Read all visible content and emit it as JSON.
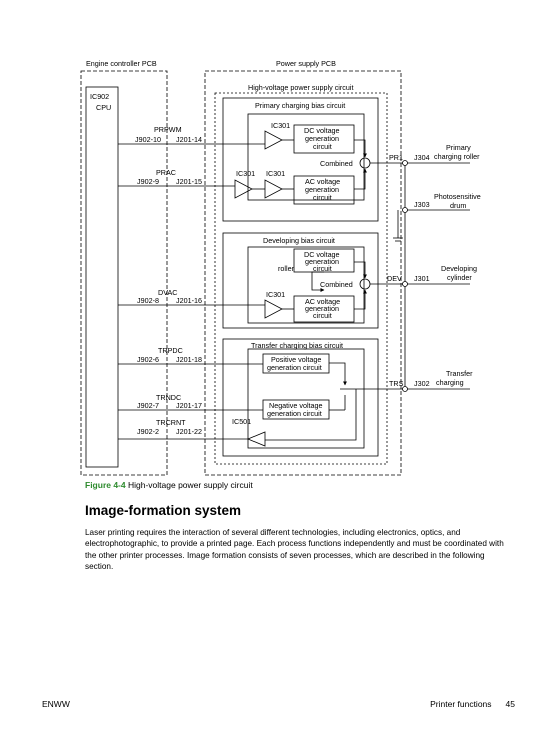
{
  "figure": {
    "labels": {
      "engine_pcb": "Engine controller PCB",
      "power_pcb": "Power supply PCB",
      "hv_circuit": "High-voltage power supply circuit",
      "cpu_id": "IC902",
      "cpu_name": "CPU",
      "primary_block": "Primary charging bias circuit",
      "developing_block": "Developing bias circuit",
      "transfer_block": "Transfer charging bias circuit",
      "ic301": "IC301",
      "ic501": "IC501",
      "dc1": "DC voltage",
      "dc2": "generation",
      "dc3": "circuit",
      "ac1": "AC voltage",
      "ac2": "generation",
      "ac3": "circuit",
      "combined": "Combined",
      "roller": "roller",
      "pos1": "Positive voltage",
      "pos2": "generation circuit",
      "neg1": "Negative voltage",
      "neg2": "generation circuit",
      "prpwm": "PRPWM",
      "prac": "PRAC",
      "dvac": "DVAC",
      "trpdc": "TRPDC",
      "trndc": "TRNDC",
      "trcrnt": "TRCRNT",
      "j902_10": "J902-10",
      "j902_9": "J902-9",
      "j902_8": "J902-8",
      "j902_6": "J902-6",
      "j902_7": "J902-7",
      "j902_2": "J902-2",
      "j201_14": "J201-14",
      "j201_15": "J201-15",
      "j201_16": "J201-16",
      "j201_18": "J201-18",
      "j201_17": "J201-17",
      "j201_22": "J201-22",
      "pr1": "PR1",
      "j304": "J304",
      "j303": "J303",
      "dev": "DEV",
      "j301": "J301",
      "trs": "TRS",
      "j302": "J302",
      "out_primary_1": "Primary",
      "out_primary_2": "charging roller",
      "out_photo_1": "Photosensitive",
      "out_photo_2": "drum",
      "out_dev_1": "Developing",
      "out_dev_2": "cylinder",
      "out_trans_1": "Transfer",
      "out_trans_2": "charging"
    },
    "caption_number": "Figure 4-4",
    "caption_text": "High-voltage power supply circuit"
  },
  "section": {
    "heading": "Image-formation system",
    "body": "Laser printing requires the interaction of several different technologies, including electronics, optics, and electrophotographic, to provide a printed page. Each process functions independently and must be coordinated with the other printer processes. Image formation consists of seven processes, which are described in the following section."
  },
  "footer": {
    "left": "ENWW",
    "section": "Printer functions",
    "page": "45"
  }
}
